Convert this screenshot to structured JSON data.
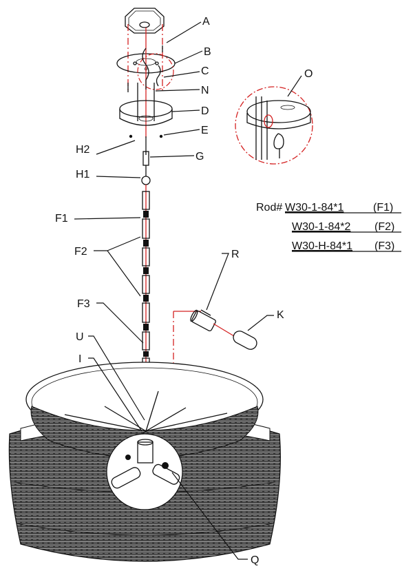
{
  "labels": {
    "A": "A",
    "B": "B",
    "C": "C",
    "N": "N",
    "D": "D",
    "E": "E",
    "G": "G",
    "H2": "H2",
    "H1": "H1",
    "F1": "F1",
    "F2": "F2",
    "F3": "F3",
    "U": "U",
    "I": "I",
    "R": "R",
    "K": "K",
    "O": "O",
    "Q": "Q"
  },
  "rod_spec": {
    "prefix": "Rod#",
    "line1_code": "W30-1-84*1",
    "line1_tag": "(F1)",
    "line2_code": "W30-1-84*2",
    "line2_tag": "(F2)",
    "line3_code": "W30-H-84*1",
    "line3_tag": "(F3)"
  },
  "colors": {
    "line": "#111111",
    "accent_red": "#d42020",
    "shade_fill": "#555555"
  }
}
